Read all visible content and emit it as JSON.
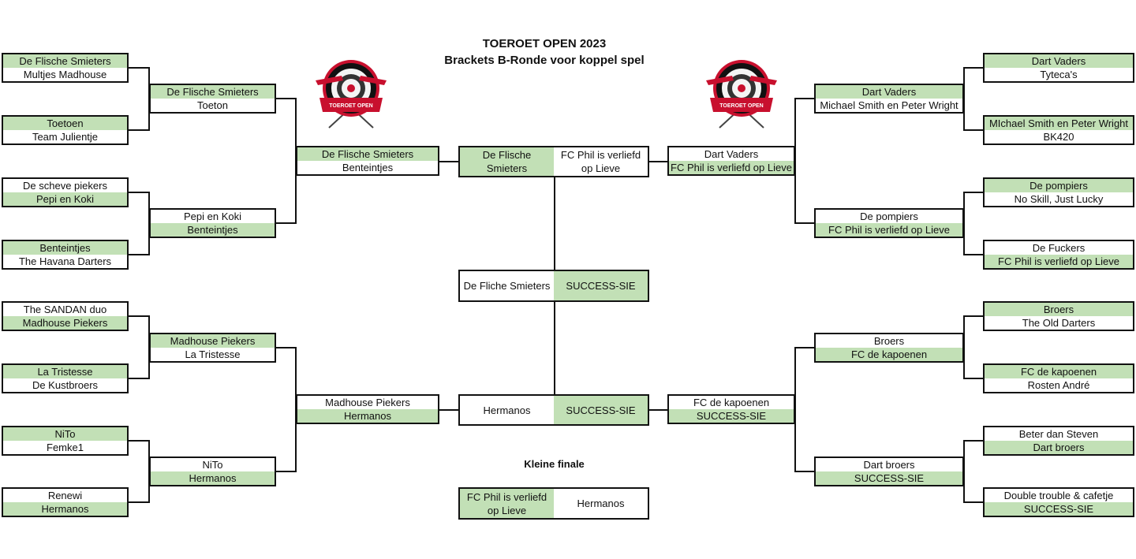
{
  "header": {
    "title": "TOEROET OPEN 2023",
    "subtitle": "Brackets B-Ronde voor koppel spel",
    "logo_text": "TOEROET OPEN",
    "kleine_finale_label": "Kleine finale"
  },
  "colors": {
    "winner": "#c2e0b6",
    "line": "#111111",
    "logo_red": "#c8102e"
  },
  "bracket": {
    "left_r1": [
      {
        "top": "De Flische Smieters",
        "bottom": "Multjes Madhouse",
        "winner": "top"
      },
      {
        "top": "Toetoen",
        "bottom": "Team Julientje",
        "winner": "top"
      },
      {
        "top": "De scheve piekers",
        "bottom": "Pepi en Koki",
        "winner": "bottom"
      },
      {
        "top": "Benteintjes",
        "bottom": "The Havana Darters",
        "winner": "top"
      },
      {
        "top": "The SANDAN duo",
        "bottom": "Madhouse Piekers",
        "winner": "bottom"
      },
      {
        "top": "La Tristesse",
        "bottom": "De Kustbroers",
        "winner": "top"
      },
      {
        "top": "NiTo",
        "bottom": "Femke1",
        "winner": "top"
      },
      {
        "top": "Renewi",
        "bottom": "Hermanos",
        "winner": "bottom"
      }
    ],
    "left_r2": [
      {
        "top": "De Flische Smieters",
        "bottom": "Toeton",
        "winner": "top"
      },
      {
        "top": "Pepi en Koki",
        "bottom": "Benteintjes",
        "winner": "bottom"
      },
      {
        "top": "Madhouse Piekers",
        "bottom": "La Tristesse",
        "winner": "top"
      },
      {
        "top": "NiTo",
        "bottom": "Hermanos",
        "winner": "bottom"
      }
    ],
    "left_r3": [
      {
        "top": "De Flische Smieters",
        "bottom": "Benteintjes",
        "winner": "top"
      },
      {
        "top": "Madhouse Piekers",
        "bottom": "Hermanos",
        "winner": "bottom"
      }
    ],
    "right_r1": [
      {
        "top": "Dart Vaders",
        "bottom": "Tyteca's",
        "winner": "top"
      },
      {
        "top": "MIchael Smith en Peter Wright",
        "bottom": "BK420",
        "winner": "top"
      },
      {
        "top": "De pompiers",
        "bottom": "No Skill, Just Lucky",
        "winner": "top"
      },
      {
        "top": "De Fuckers",
        "bottom": "FC Phil is verliefd op Lieve",
        "winner": "bottom"
      },
      {
        "top": "Broers",
        "bottom": "The Old Darters",
        "winner": "top"
      },
      {
        "top": "FC de kapoenen",
        "bottom": "Rosten André",
        "winner": "top"
      },
      {
        "top": "Beter dan Steven",
        "bottom": "Dart broers",
        "winner": "bottom"
      },
      {
        "top": "Double trouble & cafetje",
        "bottom": "SUCCESS-SIE",
        "winner": "bottom"
      }
    ],
    "right_r2": [
      {
        "top": "Dart Vaders",
        "bottom": "Michael Smith en Peter Wright",
        "winner": "top"
      },
      {
        "top": "De pompiers",
        "bottom": "FC Phil is verliefd op Lieve",
        "winner": "bottom"
      },
      {
        "top": "Broers",
        "bottom": "FC de kapoenen",
        "winner": "bottom"
      },
      {
        "top": "Dart broers",
        "bottom": "SUCCESS-SIE",
        "winner": "bottom"
      }
    ],
    "right_r3": [
      {
        "top": "Dart Vaders",
        "bottom": "FC Phil is verliefd op Lieve",
        "winner": "bottom"
      },
      {
        "top": "FC de kapoenen",
        "bottom": "SUCCESS-SIE",
        "winner": "bottom"
      }
    ],
    "semi_top": {
      "left": "De Flische Smieters",
      "right": "FC Phil is verliefd op Lieve",
      "winner": "left"
    },
    "final": {
      "left": "De Fliche Smieters",
      "right": "SUCCESS-SIE",
      "winner": "right"
    },
    "semi_bottom": {
      "left": "Hermanos",
      "right": "SUCCESS-SIE",
      "winner": "right"
    },
    "kleine_finale": {
      "left": "FC Phil is verliefd op Lieve",
      "right": "Hermanos",
      "winner": "left"
    }
  }
}
